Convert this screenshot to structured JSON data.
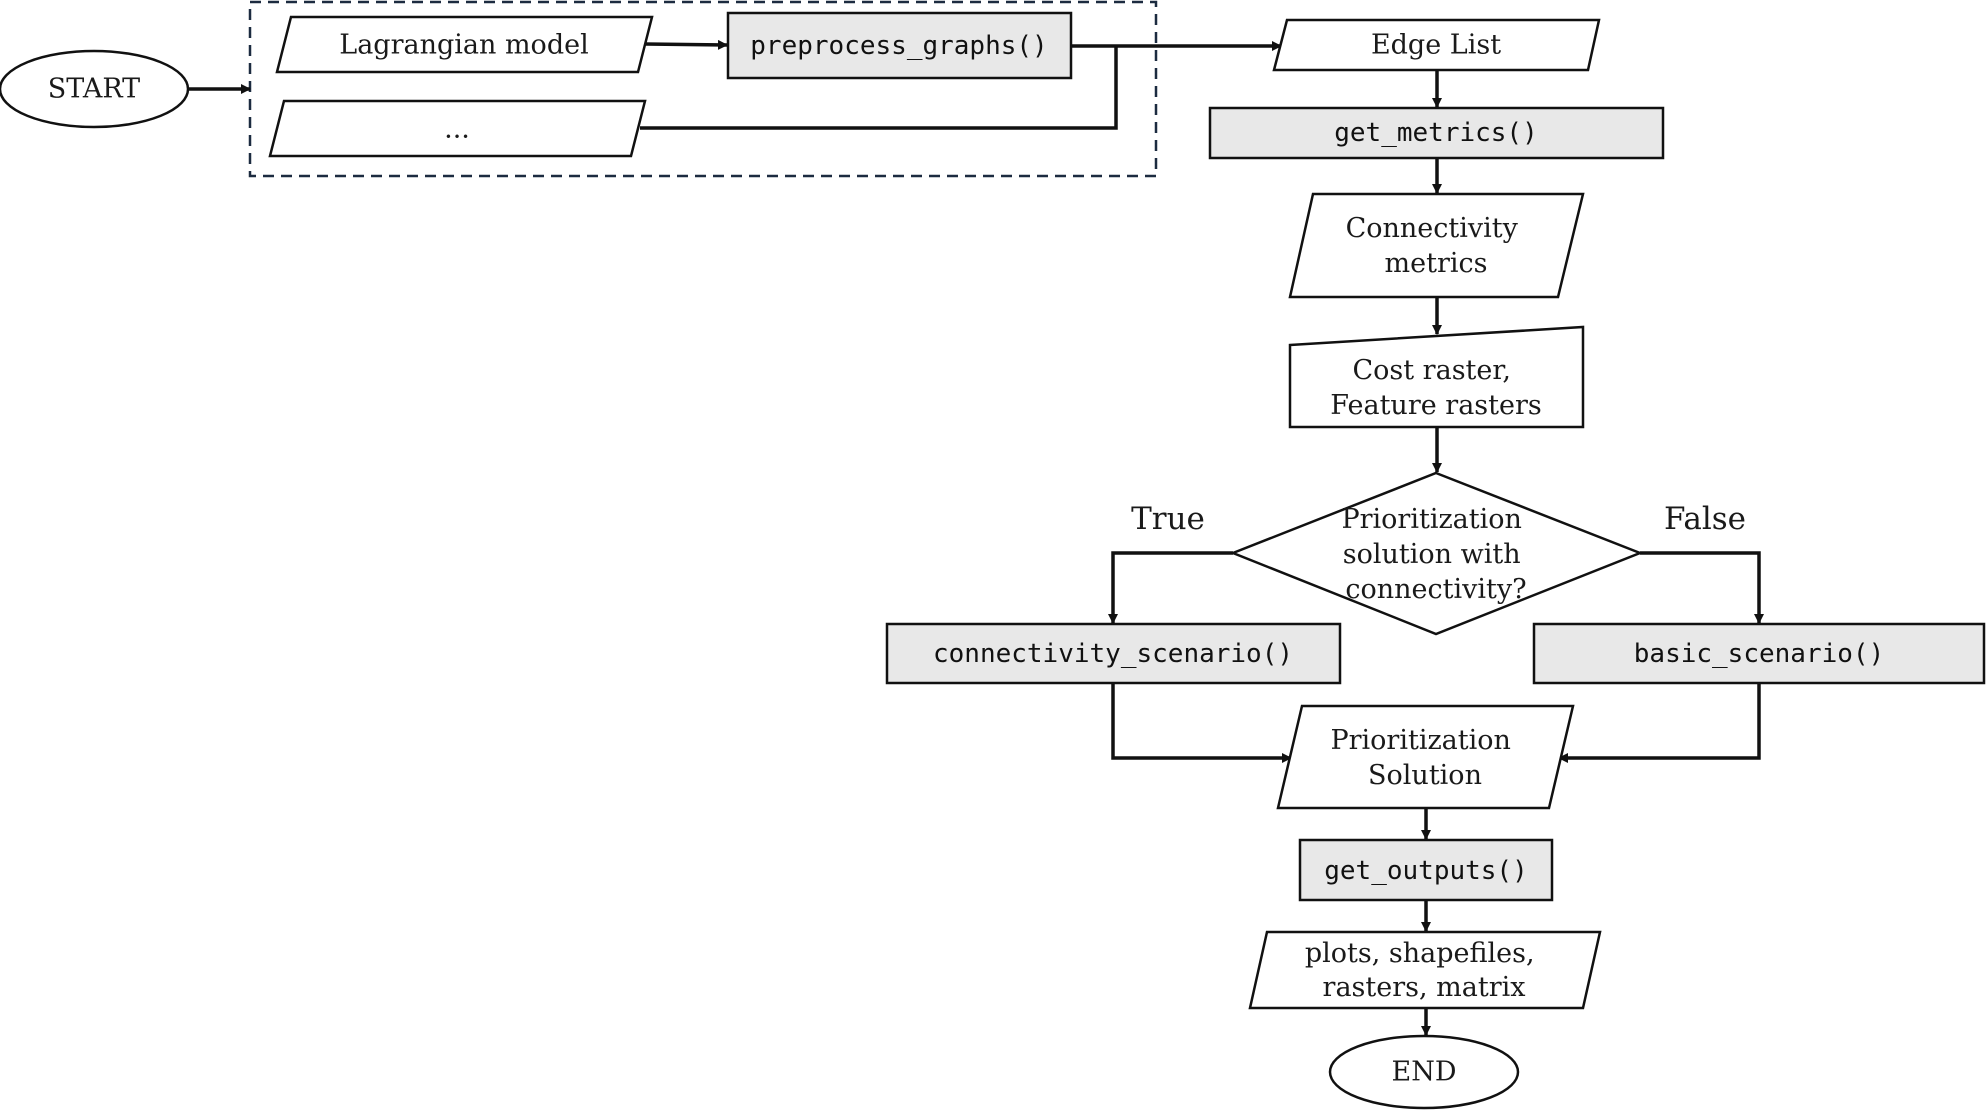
{
  "nodes": {
    "start": "START",
    "lagrangian": "Lagrangian model",
    "other_input": "...",
    "preprocess": "preprocess_graphs()",
    "edge_list": "Edge List",
    "get_metrics": "get_metrics()",
    "connectivity_metrics": [
      "Connectivity",
      "metrics"
    ],
    "rasters": [
      "Cost raster,",
      "Feature rasters"
    ],
    "decision": [
      "Prioritization",
      "solution with",
      "connectivity?"
    ],
    "connectivity_scenario": "connectivity_scenario()",
    "basic_scenario": "basic_scenario()",
    "solution": [
      "Prioritization",
      "Solution"
    ],
    "get_outputs": "get_outputs()",
    "outputs": [
      "plots, shapefiles,",
      "rasters, matrix"
    ],
    "end": "END"
  },
  "branches": {
    "true_label": "True",
    "false_label": "False"
  }
}
